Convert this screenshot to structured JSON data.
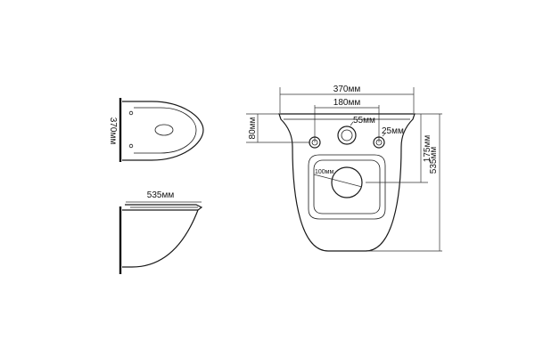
{
  "labels": {
    "top_width": "370мм",
    "top_depth": "370мм",
    "side_length": "535мм",
    "front_width": "370мм",
    "hole_spacing": "180мм",
    "hole_center": "55мм",
    "hole_side": "25мм",
    "height_80": "80мм",
    "height_175": "175мм",
    "height_535": "535мм",
    "outlet": "100мм"
  }
}
